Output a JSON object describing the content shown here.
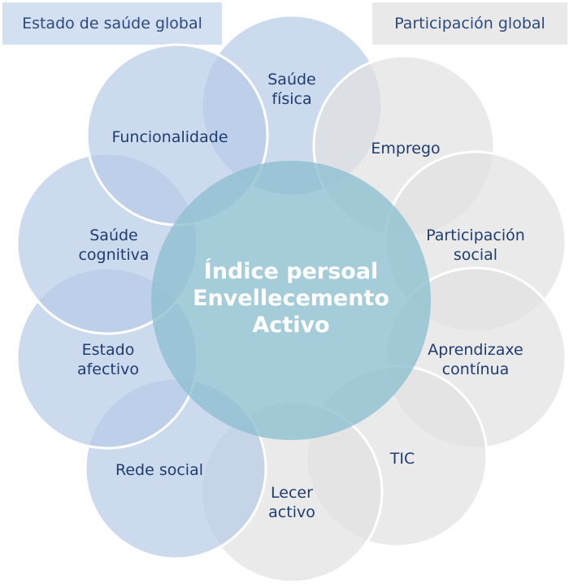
{
  "legend": {
    "health_label": "Estado de saúde global",
    "participation_label": "Participación global"
  },
  "colors": {
    "health_fill": "#b9cce8",
    "participation_fill": "#e2e2e2",
    "center_fill": "#8fbfcf",
    "stroke": "#ffffff",
    "text": "#1f3c73"
  },
  "center": {
    "lines": [
      "Índice persoal",
      "Envellecemento",
      "Activo"
    ]
  },
  "petals": [
    {
      "id": "saude-fisica",
      "group": "health",
      "lines": [
        "Saúde",
        "física"
      ]
    },
    {
      "id": "emprego",
      "group": "participation",
      "lines": [
        "Emprego"
      ]
    },
    {
      "id": "participacion-social",
      "group": "participation",
      "lines": [
        "Participación",
        "social"
      ]
    },
    {
      "id": "aprendizaxe-continua",
      "group": "participation",
      "lines": [
        "Aprendizaxe",
        "contínua"
      ]
    },
    {
      "id": "tic",
      "group": "participation",
      "lines": [
        "TIC"
      ]
    },
    {
      "id": "lecer-activo",
      "group": "participation",
      "lines": [
        "Lecer",
        "activo"
      ]
    },
    {
      "id": "rede-social",
      "group": "health",
      "lines": [
        "Rede social"
      ]
    },
    {
      "id": "estado-afectivo",
      "group": "health",
      "lines": [
        "Estado",
        "afectivo"
      ]
    },
    {
      "id": "saude-cognitiva",
      "group": "health",
      "lines": [
        "Saúde",
        "cognitiva"
      ]
    },
    {
      "id": "funcionalidade",
      "group": "health",
      "lines": [
        "Funcionalidade"
      ]
    }
  ]
}
